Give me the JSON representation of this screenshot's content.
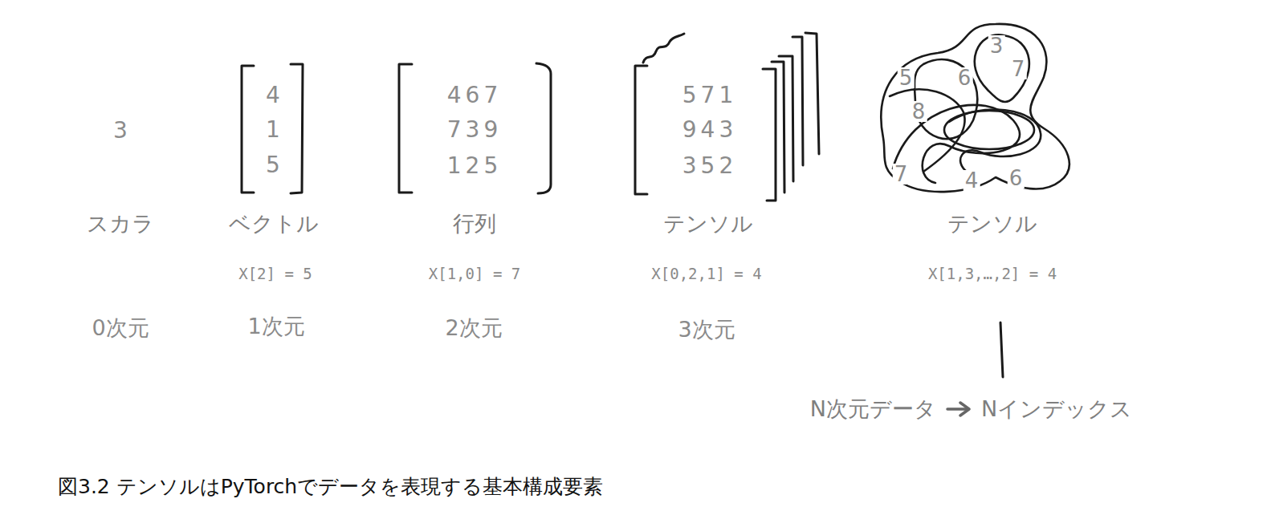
{
  "diagram": {
    "caption": "図3.2 テンソルはPyTorchでデータを表現する基本構成要素",
    "labels": [
      "3",
      "4",
      "1",
      "5",
      "467",
      "739",
      "125",
      "571",
      "943",
      "352",
      "3",
      "7",
      "5",
      "6",
      "8",
      "7",
      "4",
      "6",
      "スカラ",
      "ベクトル",
      "行列",
      "テンソル",
      "テンソル",
      "X[2] = 5",
      "X[1,0] = 7",
      "X[0,2,1] = 4",
      "X[1,3,…,2] = 4",
      "0次元",
      "1次元",
      "2次元",
      "3次元",
      "N次元データ",
      "Nインデックス"
    ]
  }
}
